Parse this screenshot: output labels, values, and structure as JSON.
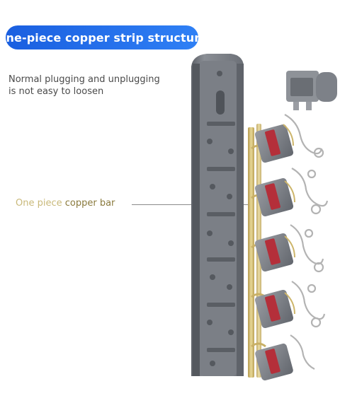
{
  "title": "One-piece copper strip structure",
  "description": {
    "line1": "Normal plugging and unplugging",
    "line2": "is not easy to loosen"
  },
  "callout": {
    "part1": "One piece",
    "part2": "copper bar"
  },
  "colors": {
    "title_bg": "#2f80f5",
    "title_text": "#ffffff",
    "housing": "#6f737a",
    "copper": "#d6c37d",
    "socket_red": "#c0303a"
  }
}
